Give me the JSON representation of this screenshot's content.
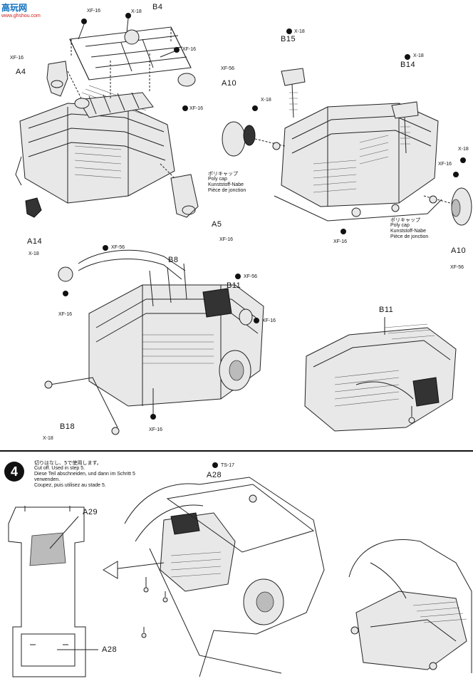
{
  "watermark": {
    "brand": "高玩网",
    "url": "www.ghshou.com"
  },
  "step": {
    "number": "4"
  },
  "parts": [
    {
      "id": "b4",
      "text": "B4"
    },
    {
      "id": "a4",
      "text": "A4"
    },
    {
      "id": "a10-left",
      "text": "A10"
    },
    {
      "id": "b15",
      "text": "B15"
    },
    {
      "id": "b14",
      "text": "B14"
    },
    {
      "id": "a5",
      "text": "A5"
    },
    {
      "id": "a14",
      "text": "A14"
    },
    {
      "id": "a10-right",
      "text": "A10"
    },
    {
      "id": "b8",
      "text": "B8"
    },
    {
      "id": "b11-main",
      "text": "B11"
    },
    {
      "id": "b11-detail",
      "text": "B11"
    },
    {
      "id": "b18",
      "text": "B18"
    },
    {
      "id": "a28-top",
      "text": "A28"
    },
    {
      "id": "a29",
      "text": "A29"
    },
    {
      "id": "a28-bottom",
      "text": "A28"
    }
  ],
  "paint_codes": [
    {
      "id": "pc-xf16-top",
      "text": "XF-16"
    },
    {
      "id": "pc-x18-top",
      "text": "X-18"
    },
    {
      "id": "pc-xf16-b4",
      "text": "XF-16"
    },
    {
      "id": "pc-xf16-a4",
      "text": "XF-16"
    },
    {
      "id": "pc-xf16-mid",
      "text": "XF-16"
    },
    {
      "id": "pc-xf16-a5",
      "text": "XF-16"
    },
    {
      "id": "pc-x18-a14",
      "text": "X-18"
    },
    {
      "id": "pc-xf56-a10",
      "text": "XF-56"
    },
    {
      "id": "pc-x18-a10",
      "text": "X-18"
    },
    {
      "id": "pc-x18-b15",
      "text": "X-18"
    },
    {
      "id": "pc-x18-b14",
      "text": "X-18"
    },
    {
      "id": "pc-x18-right",
      "text": "X-18"
    },
    {
      "id": "pc-xf16-right",
      "text": "XF-16"
    },
    {
      "id": "pc-xf16-base",
      "text": "XF-16"
    },
    {
      "id": "pc-xf56-a10r",
      "text": "XF-56"
    },
    {
      "id": "pc-xf56-b8",
      "text": "XF-56"
    },
    {
      "id": "pc-xf56-b11",
      "text": "XF-56"
    },
    {
      "id": "pc-xf16-b11",
      "text": "XF-16"
    },
    {
      "id": "pc-xf16-left",
      "text": "XF-16"
    },
    {
      "id": "pc-xf16-bottom",
      "text": "XF-16"
    },
    {
      "id": "pc-x18-b18",
      "text": "X-18"
    },
    {
      "id": "pc-ts17",
      "text": "TS-17"
    }
  ],
  "polycap_note": {
    "jp": "ポリキャップ",
    "en": "Poly cap",
    "de": "Kunststoff-Nabe",
    "fr": "Pièce de jonction"
  },
  "cutoff_note": {
    "jp": "切りはなし、5で使用します。",
    "en": "Cut off. Used in step 5.",
    "de1": "Diese Teil abschneiden, und dann im Schritt 5",
    "de2": "verwenden.",
    "fr": "Coupez, puis utilisez au stade 5."
  }
}
